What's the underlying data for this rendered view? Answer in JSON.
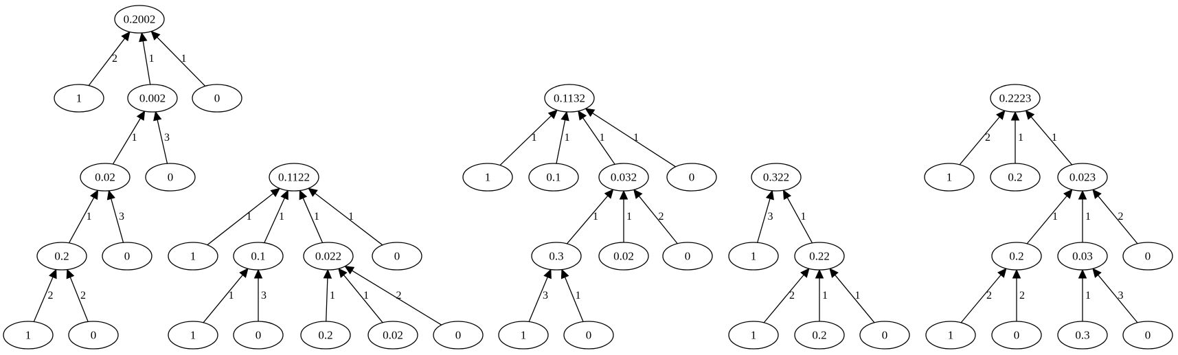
{
  "nodes": [
    {
      "id": "t1_root",
      "label": "0.2002"
    },
    {
      "id": "t1_a",
      "label": "1"
    },
    {
      "id": "t1_b",
      "label": "0.002"
    },
    {
      "id": "t1_c",
      "label": "0"
    },
    {
      "id": "t1_b1",
      "label": "0.02"
    },
    {
      "id": "t1_b2",
      "label": "0"
    },
    {
      "id": "t1_d1",
      "label": "0.2"
    },
    {
      "id": "t1_d2",
      "label": "0"
    },
    {
      "id": "t1_e1",
      "label": "1"
    },
    {
      "id": "t1_e2",
      "label": "0"
    },
    {
      "id": "t2_root",
      "label": "0.1122"
    },
    {
      "id": "t2_a",
      "label": "1"
    },
    {
      "id": "t2_b",
      "label": "0.1"
    },
    {
      "id": "t2_c",
      "label": "0.022"
    },
    {
      "id": "t2_d",
      "label": "0"
    },
    {
      "id": "t2_b1",
      "label": "1"
    },
    {
      "id": "t2_b2",
      "label": "0"
    },
    {
      "id": "t2_c1",
      "label": "0.2"
    },
    {
      "id": "t2_c2",
      "label": "0.02"
    },
    {
      "id": "t2_c3",
      "label": "0"
    },
    {
      "id": "t3_root",
      "label": "0.1132"
    },
    {
      "id": "t3_a",
      "label": "1"
    },
    {
      "id": "t3_b",
      "label": "0.1"
    },
    {
      "id": "t3_c",
      "label": "0.032"
    },
    {
      "id": "t3_d",
      "label": "0"
    },
    {
      "id": "t3_c1",
      "label": "0.3"
    },
    {
      "id": "t3_c2",
      "label": "0.02"
    },
    {
      "id": "t3_c3",
      "label": "0"
    },
    {
      "id": "t3_e1",
      "label": "1"
    },
    {
      "id": "t3_e2",
      "label": "0"
    },
    {
      "id": "t4_root",
      "label": "0.322"
    },
    {
      "id": "t4_a",
      "label": "1"
    },
    {
      "id": "t4_b",
      "label": "0.22"
    },
    {
      "id": "t4_b1",
      "label": "1"
    },
    {
      "id": "t4_b2",
      "label": "0.2"
    },
    {
      "id": "t4_b3",
      "label": "0"
    },
    {
      "id": "t5_root",
      "label": "0.2223"
    },
    {
      "id": "t5_a",
      "label": "1"
    },
    {
      "id": "t5_b",
      "label": "0.2"
    },
    {
      "id": "t5_c",
      "label": "0.023"
    },
    {
      "id": "t5_c1",
      "label": "0.2"
    },
    {
      "id": "t5_c2",
      "label": "0.03"
    },
    {
      "id": "t5_c3",
      "label": "0"
    },
    {
      "id": "t5_d1",
      "label": "1"
    },
    {
      "id": "t5_d2",
      "label": "0"
    },
    {
      "id": "t5_e1",
      "label": "0.3"
    },
    {
      "id": "t5_e2",
      "label": "0"
    }
  ],
  "edges": [
    {
      "from": "t1_a",
      "to": "t1_root",
      "label": "2"
    },
    {
      "from": "t1_b",
      "to": "t1_root",
      "label": "1"
    },
    {
      "from": "t1_c",
      "to": "t1_root",
      "label": "1"
    },
    {
      "from": "t1_b1",
      "to": "t1_b",
      "label": "1"
    },
    {
      "from": "t1_b2",
      "to": "t1_b",
      "label": "3"
    },
    {
      "from": "t1_d1",
      "to": "t1_b1",
      "label": "1"
    },
    {
      "from": "t1_d2",
      "to": "t1_b1",
      "label": "3"
    },
    {
      "from": "t1_e1",
      "to": "t1_d1",
      "label": "2"
    },
    {
      "from": "t1_e2",
      "to": "t1_d1",
      "label": "2"
    },
    {
      "from": "t2_a",
      "to": "t2_root",
      "label": "1"
    },
    {
      "from": "t2_b",
      "to": "t2_root",
      "label": "1"
    },
    {
      "from": "t2_c",
      "to": "t2_root",
      "label": "1"
    },
    {
      "from": "t2_d",
      "to": "t2_root",
      "label": "1"
    },
    {
      "from": "t2_b1",
      "to": "t2_b",
      "label": "1"
    },
    {
      "from": "t2_b2",
      "to": "t2_b",
      "label": "3"
    },
    {
      "from": "t2_c1",
      "to": "t2_c",
      "label": "1"
    },
    {
      "from": "t2_c2",
      "to": "t2_c",
      "label": "1"
    },
    {
      "from": "t2_c3",
      "to": "t2_c",
      "label": "2"
    },
    {
      "from": "t3_a",
      "to": "t3_root",
      "label": "1"
    },
    {
      "from": "t3_b",
      "to": "t3_root",
      "label": "1"
    },
    {
      "from": "t3_c",
      "to": "t3_root",
      "label": "1"
    },
    {
      "from": "t3_d",
      "to": "t3_root",
      "label": "1"
    },
    {
      "from": "t3_c1",
      "to": "t3_c",
      "label": "1"
    },
    {
      "from": "t3_c2",
      "to": "t3_c",
      "label": "1"
    },
    {
      "from": "t3_c3",
      "to": "t3_c",
      "label": "2"
    },
    {
      "from": "t3_e1",
      "to": "t3_c1",
      "label": "3"
    },
    {
      "from": "t3_e2",
      "to": "t3_c1",
      "label": "1"
    },
    {
      "from": "t4_a",
      "to": "t4_root",
      "label": "3"
    },
    {
      "from": "t4_b",
      "to": "t4_root",
      "label": "1"
    },
    {
      "from": "t4_b1",
      "to": "t4_b",
      "label": "2"
    },
    {
      "from": "t4_b2",
      "to": "t4_b",
      "label": "1"
    },
    {
      "from": "t4_b3",
      "to": "t4_b",
      "label": "1"
    },
    {
      "from": "t5_a",
      "to": "t5_root",
      "label": "2"
    },
    {
      "from": "t5_b",
      "to": "t5_root",
      "label": "1"
    },
    {
      "from": "t5_c",
      "to": "t5_root",
      "label": "1"
    },
    {
      "from": "t5_c1",
      "to": "t5_c",
      "label": "1"
    },
    {
      "from": "t5_c2",
      "to": "t5_c",
      "label": "1"
    },
    {
      "from": "t5_c3",
      "to": "t5_c",
      "label": "2"
    },
    {
      "from": "t5_d1",
      "to": "t5_c1",
      "label": "2"
    },
    {
      "from": "t5_d2",
      "to": "t5_c1",
      "label": "2"
    },
    {
      "from": "t5_e1",
      "to": "t5_c2",
      "label": "1"
    },
    {
      "from": "t5_e2",
      "to": "t5_c2",
      "label": "3"
    }
  ]
}
